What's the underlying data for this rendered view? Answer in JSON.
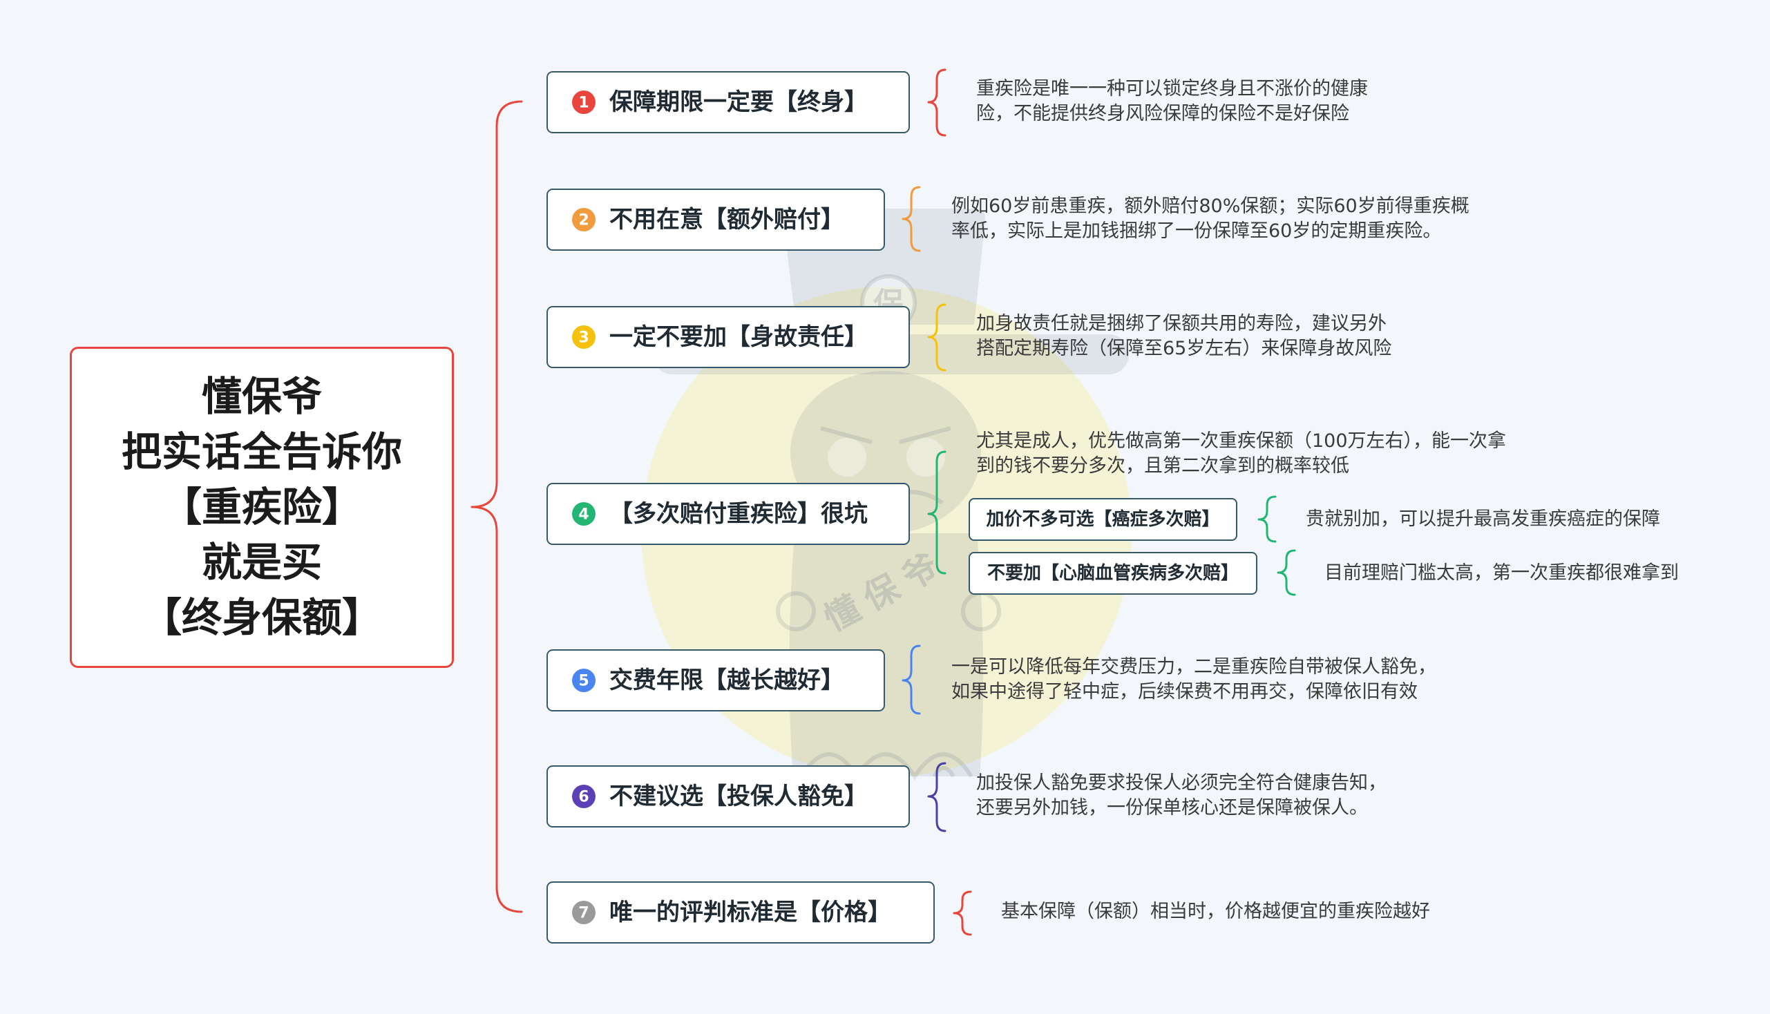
{
  "root": {
    "color": "#e8453c",
    "lines": [
      "懂保爷",
      "把实话全告诉你",
      "【重疾险】",
      "就是买",
      "【终身保额】"
    ]
  },
  "branches": [
    {
      "num": "1",
      "color": "#e8453c",
      "brace_color": "#e8453c",
      "title": "保障期限一定要【终身】",
      "desc": [
        "重疾险是唯一一种可以锁定终身且不涨价的健康",
        "险，不能提供终身风险保障的保险不是好保险"
      ]
    },
    {
      "num": "2",
      "color": "#f19a3e",
      "brace_color": "#f19a3e",
      "title": "不用在意【额外赔付】",
      "desc": [
        "例如60岁前患重疾，额外赔付80%保额；实际60岁前得重疾概",
        "率低，实际上是加钱捆绑了一份保障至60岁的定期重疾险。"
      ]
    },
    {
      "num": "3",
      "color": "#f4c20d",
      "brace_color": "#f4c20d",
      "title": "一定不要加【身故责任】",
      "desc": [
        "加身故责任就是捆绑了保额共用的寿险，建议另外",
        "搭配定期寿险（保障至65岁左右）来保障身故风险"
      ]
    },
    {
      "num": "4",
      "color": "#22b573",
      "brace_color": "#22b573",
      "title": "【多次赔付重疾险】很坑",
      "desc": [
        "尤其是成人，优先做高第一次重疾保额（100万左右），能一次拿",
        "到的钱不要分多次，且第二次拿到的概率较低"
      ],
      "children": [
        {
          "label": "加价不多可选【癌症多次赔】",
          "desc": "贵就别加，可以提升最高发重疾癌症的保障"
        },
        {
          "label": "不要加【心脑血管疾病多次赔】",
          "desc": "目前理赔门槛太高，第一次重疾都很难拿到"
        }
      ]
    },
    {
      "num": "5",
      "color": "#4a84f0",
      "brace_color": "#4a84f0",
      "title": "交费年限【越长越好】",
      "desc": [
        "一是可以降低每年交费压力，二是重疾险自带被保人豁免，",
        "如果中途得了轻中症，后续保费不用再交，保障依旧有效"
      ]
    },
    {
      "num": "6",
      "color": "#5b3fb6",
      "brace_color": "#4b3fa6",
      "title": "不建议选【投保人豁免】",
      "desc": [
        "加投保人豁免要求投保人必须完全符合健康告知，",
        "还要另外加钱，一份保单核心还是保障被保人。"
      ]
    },
    {
      "num": "7",
      "color": "#9a9a9a",
      "brace_color": "#e8453c",
      "title": "唯一的评判标准是【价格】",
      "desc": [
        "基本保障（保额）相当时，价格越便宜的重疾险越好"
      ]
    }
  ],
  "watermark": {
    "emblem": "保",
    "robe_text": "懂保爷"
  }
}
